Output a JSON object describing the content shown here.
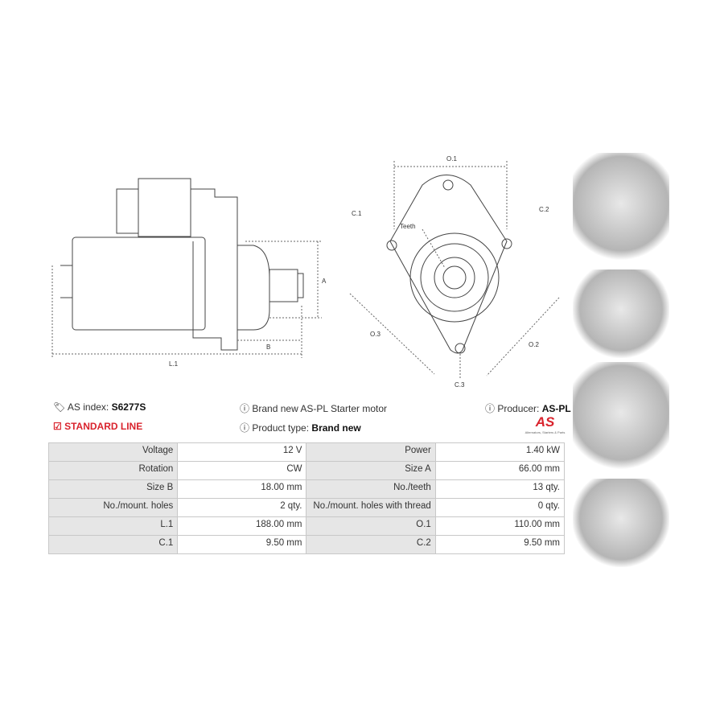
{
  "diagram": {
    "side": {
      "a": "A",
      "b": "B",
      "l1": "L.1"
    },
    "front": {
      "o1": "O.1",
      "c1": "C.1",
      "c2": "C.2",
      "teeth": "Teeth",
      "o3": "O.3",
      "o2": "O.2",
      "c3": "C.3"
    }
  },
  "info": {
    "index_label": "AS index:",
    "index_value": "S6277S",
    "line": "STANDARD LINE",
    "description": "Brand new AS-PL Starter motor",
    "type_label": "Product type:",
    "type_value": "Brand new",
    "producer_label": "Producer:",
    "producer_value": "AS-PL",
    "logo_text": "AS",
    "logo_tagline": "Alternators, Starters & Parts"
  },
  "specs": [
    [
      "Voltage",
      "12 V",
      "Power",
      "1.40 kW"
    ],
    [
      "Rotation",
      "CW",
      "Size A",
      "66.00 mm"
    ],
    [
      "Size B",
      "18.00 mm",
      "No./teeth",
      "13 qty."
    ],
    [
      "No./mount. holes",
      "2 qty.",
      "No./mount. holes with thread",
      "0 qty."
    ],
    [
      "L.1",
      "188.00 mm",
      "O.1",
      "110.00 mm"
    ],
    [
      "C.1",
      "9.50 mm",
      "C.2",
      "9.50 mm"
    ]
  ],
  "colors": {
    "accent": "#d9232d"
  }
}
